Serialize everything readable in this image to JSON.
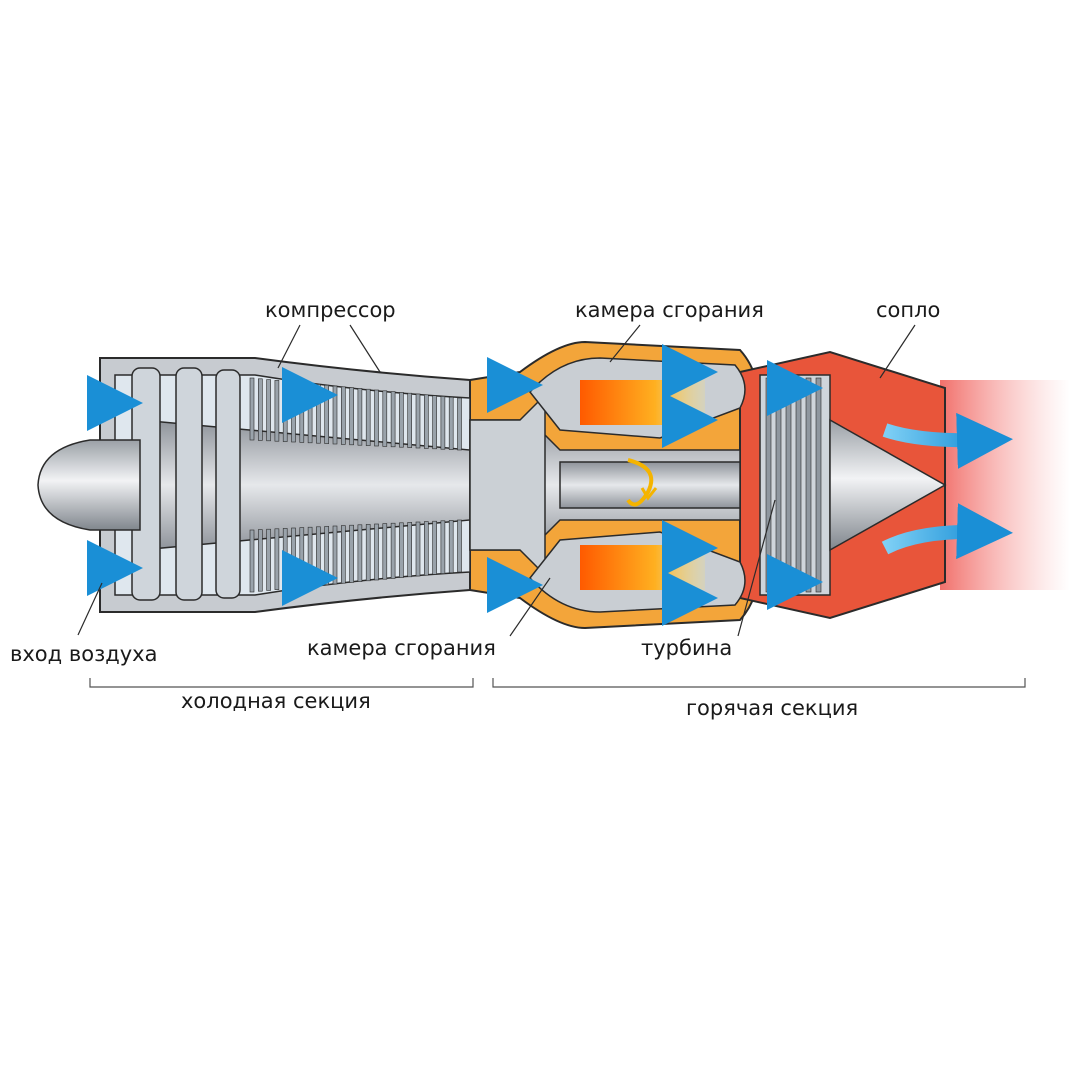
{
  "labels": {
    "compressor": "компрессор",
    "combustion_top": "камера сгорания",
    "nozzle": "сопло",
    "air_intake": "вход воздуха",
    "combustion_bottom": "камера сгорания",
    "turbine": "турбина",
    "cold_section": "холодная секция",
    "hot_section": "горячая секция"
  },
  "colors": {
    "air_flow": "#2aa7e6",
    "hot_casing": "#e8553a",
    "combustor_casing": "#f5a623",
    "flame": "#ff7a1a",
    "metal": "#b8bcc2",
    "outline": "#2b2b2b"
  },
  "icons": [
    "air-flow-arrow-icon",
    "rotation-arrow-icon"
  ]
}
